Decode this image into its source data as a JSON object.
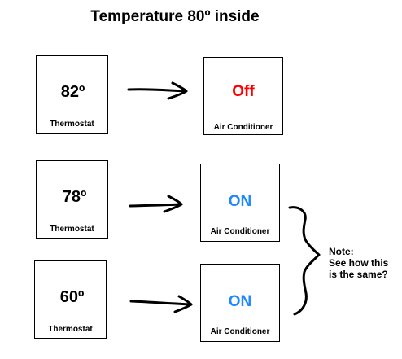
{
  "title": "Temperature 80º inside",
  "rows": [
    {
      "thermostat": {
        "value": "82º",
        "label": "Thermostat"
      },
      "air_conditioner": {
        "state": "Off",
        "label": "Air Conditioner",
        "state_color": "#ff0000"
      }
    },
    {
      "thermostat": {
        "value": "78º",
        "label": "Thermostat"
      },
      "air_conditioner": {
        "state": "ON",
        "label": "Air Conditioner",
        "state_color": "#1e88ff"
      }
    },
    {
      "thermostat": {
        "value": "60º",
        "label": "Thermostat"
      },
      "air_conditioner": {
        "state": "ON",
        "label": "Air Conditioner",
        "state_color": "#1e88ff"
      }
    }
  ],
  "note": {
    "line1": "Note:",
    "line2": "See how this",
    "line3": "is the same?"
  }
}
